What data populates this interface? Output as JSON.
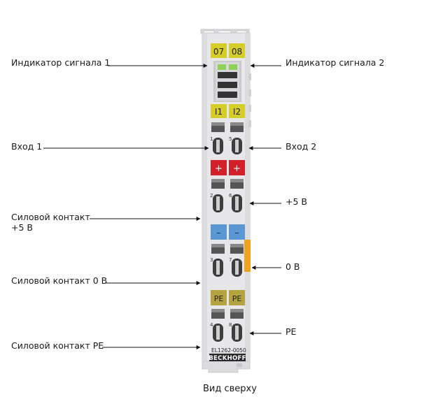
{
  "labels": {
    "signal_led_1": "Индикатор сигнала 1",
    "signal_led_2": "Индикатор сигнала 2",
    "input_1": "Вход 1",
    "input_2": "Вход 2",
    "plus_5v": "+5 В",
    "power_contact_5v_line1": "Силовой контакт",
    "power_contact_5v_line2": "+5 В",
    "zero_v": "0 В",
    "power_contact_0v": "Силовой контакт 0 В",
    "pe": "PE",
    "power_contact_pe": "Силовой контакт PE"
  },
  "module": {
    "led_tabs": [
      "07",
      "08"
    ],
    "input_tabs": [
      "I1",
      "I2"
    ],
    "plus_tabs": [
      "+",
      "+"
    ],
    "minus_tabs": [
      "–",
      "–"
    ],
    "pe_tabs": [
      "PE",
      "PE"
    ],
    "terminal_numbers": [
      "1",
      "5",
      "2",
      "6",
      "3",
      "7",
      "4",
      "8"
    ],
    "model": "EL1262-0050",
    "brand": "BECKHOFF"
  },
  "caption": "Вид сверху",
  "colors": {
    "yellow": "#d4cd2a",
    "red": "#d2202b",
    "blue": "#5b97d3",
    "pe_olive": "#b5a33f",
    "orange": "#f0a21d",
    "led_green": "#8ed058",
    "housing": "#e7e7e9"
  }
}
